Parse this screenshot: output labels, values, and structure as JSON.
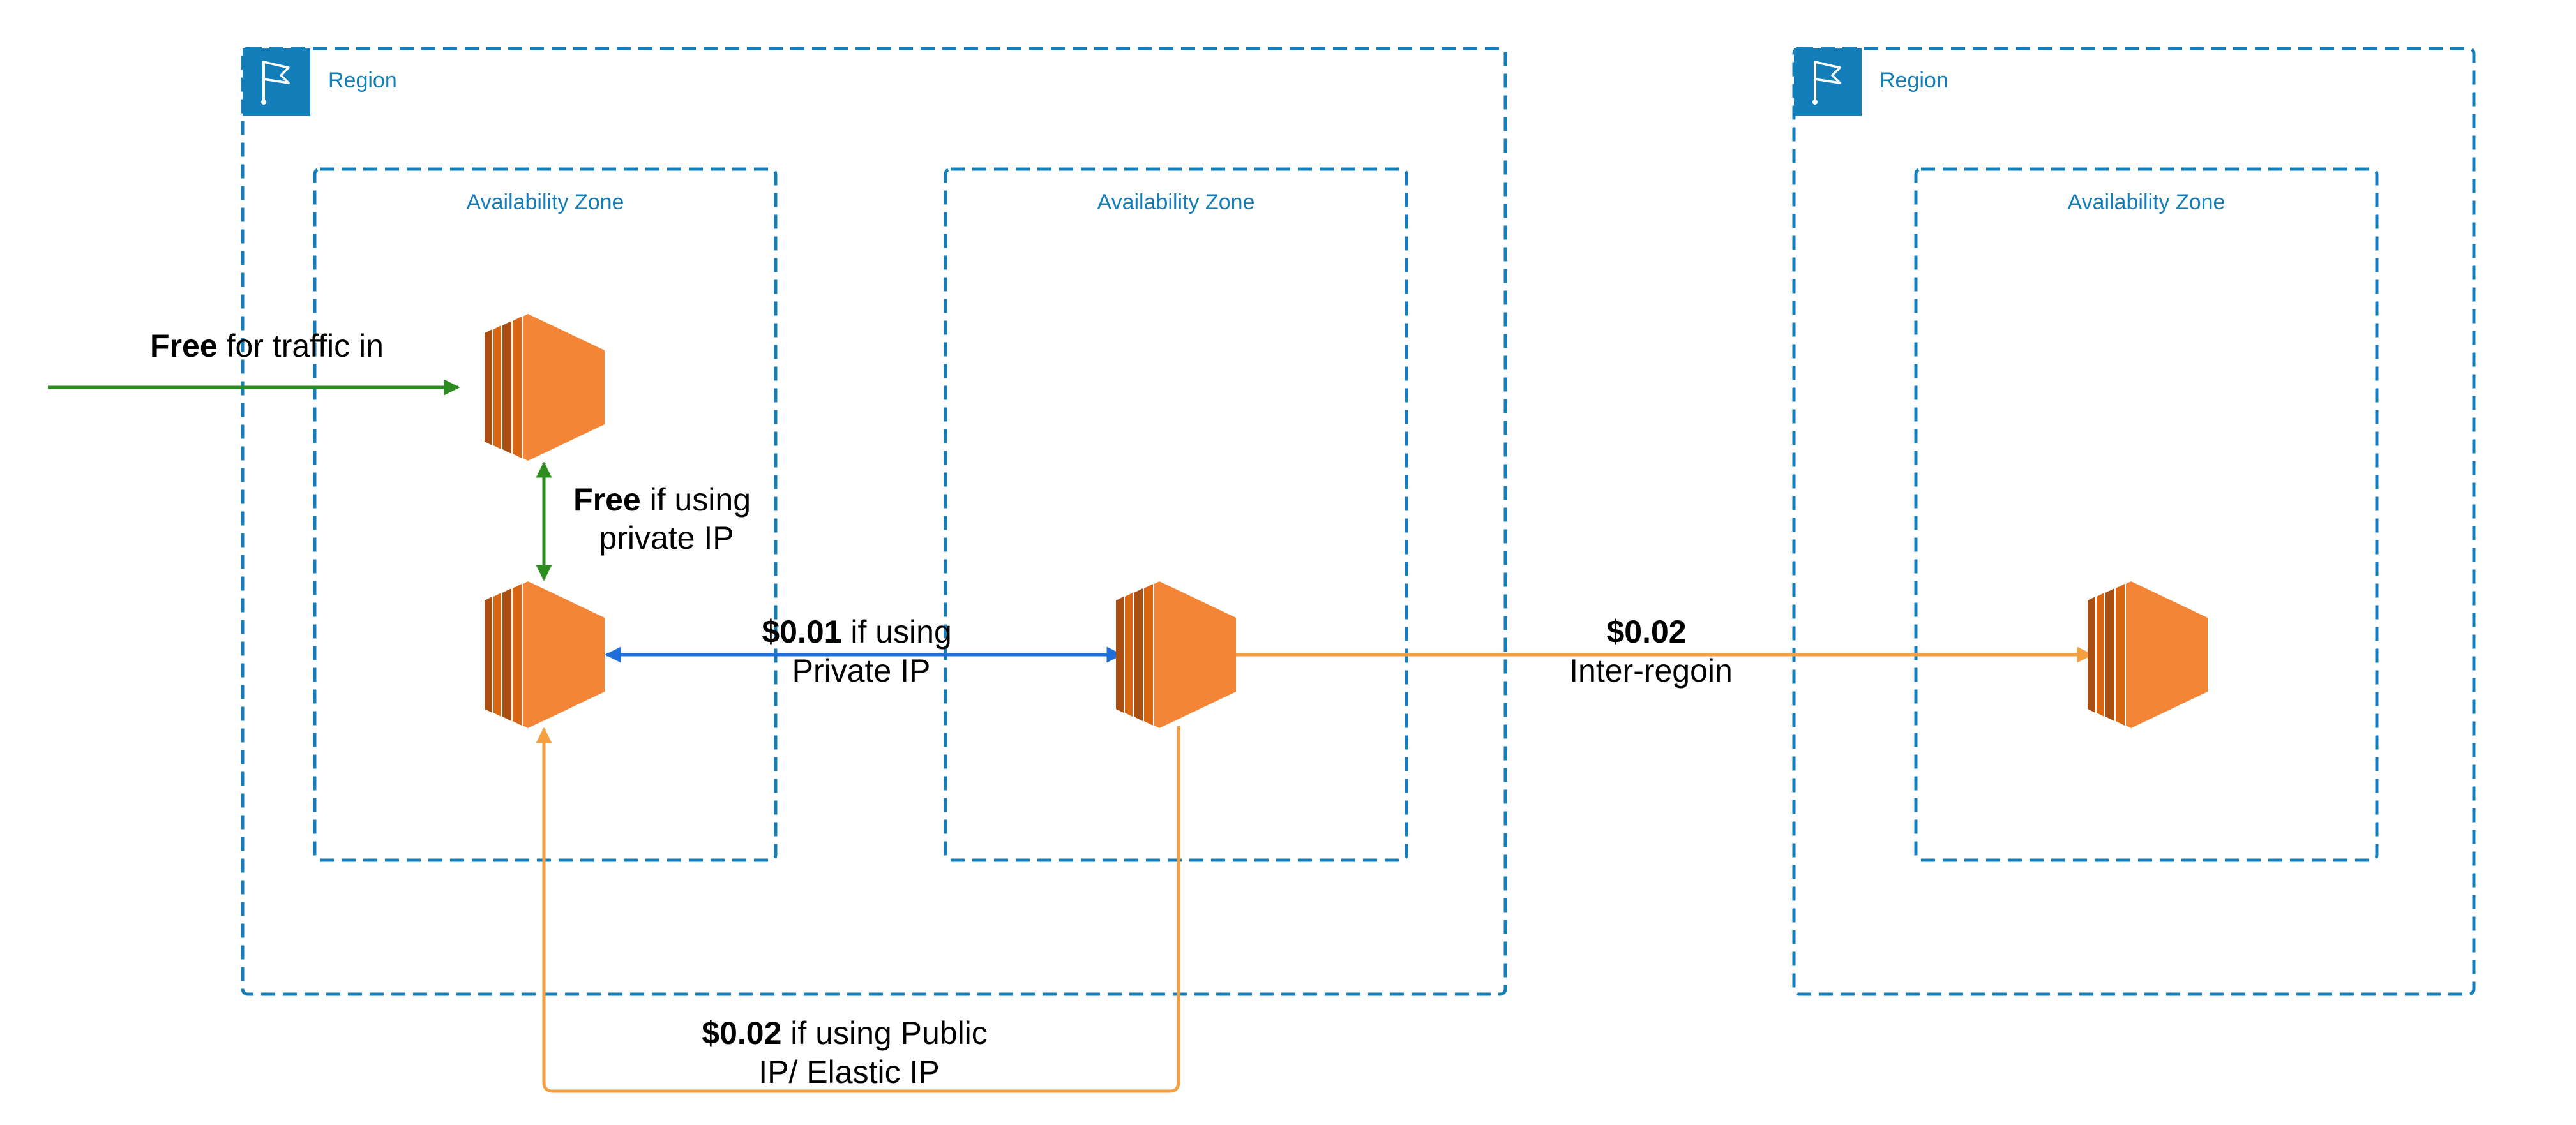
{
  "colors": {
    "region_border": "#147EBA",
    "zone_border": "#147EBA",
    "flag_bg": "#147EBA",
    "ec2_light": "#F58536",
    "ec2_mid": "#D86613",
    "ec2_dark": "#A84E13",
    "green": "#2D8C1F",
    "blue": "#1E6FD9",
    "orange": "#F5A040",
    "label_text": "#000000",
    "zone_text": "#147EBA"
  },
  "regions": [
    {
      "label": "Region",
      "flag_icon": "region-flag-icon"
    },
    {
      "label": "Region",
      "flag_icon": "region-flag-icon"
    }
  ],
  "zones": [
    {
      "label": "Availability Zone"
    },
    {
      "label": "Availability Zone"
    },
    {
      "label": "Availability Zone"
    }
  ],
  "instances": [
    {
      "icon": "ec2-instance-icon"
    },
    {
      "icon": "ec2-instance-icon"
    },
    {
      "icon": "ec2-instance-icon"
    },
    {
      "icon": "ec2-instance-icon"
    }
  ],
  "labels": {
    "traffic_in_bold": "Free",
    "traffic_in_rest": " for traffic in",
    "private_ip_bold": "Free",
    "private_ip_rest_1": " if using",
    "private_ip_rest_2": "private IP",
    "cross_az_bold": "$0.01",
    "cross_az_rest_1": " if using",
    "cross_az_rest_2": "Private IP",
    "inter_region_bold": "$0.02",
    "inter_region_rest": "Inter-regoin",
    "public_ip_bold": "$0.02",
    "public_ip_rest_1": " if using Public",
    "public_ip_rest_2": "IP/ Elastic IP"
  }
}
